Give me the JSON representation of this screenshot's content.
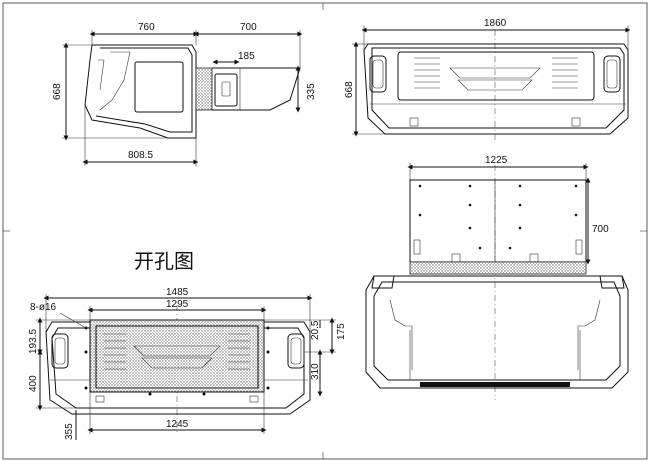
{
  "drawing": {
    "side_view": {
      "dim_top_left": "760",
      "dim_top_right": "700",
      "dim_door": "185",
      "dim_height": "668",
      "dim_gap": "335",
      "dim_bottom": "808.5"
    },
    "front_view": {
      "dim_width": "1860",
      "dim_height": "668"
    },
    "rear_view": {
      "dim_width": "1225",
      "dim_height": "700"
    },
    "cutout_view": {
      "title": "开孔图",
      "dim_outer": "1485",
      "dim_inner": "1295",
      "dim_holes": "8-ø16",
      "dim_left_top": "193.5",
      "dim_left_bottom": "400",
      "dim_right_a": "20.5",
      "dim_right_b": "175",
      "dim_right_c": "310",
      "dim_bottom": "1245",
      "dim_foot": "355"
    }
  }
}
